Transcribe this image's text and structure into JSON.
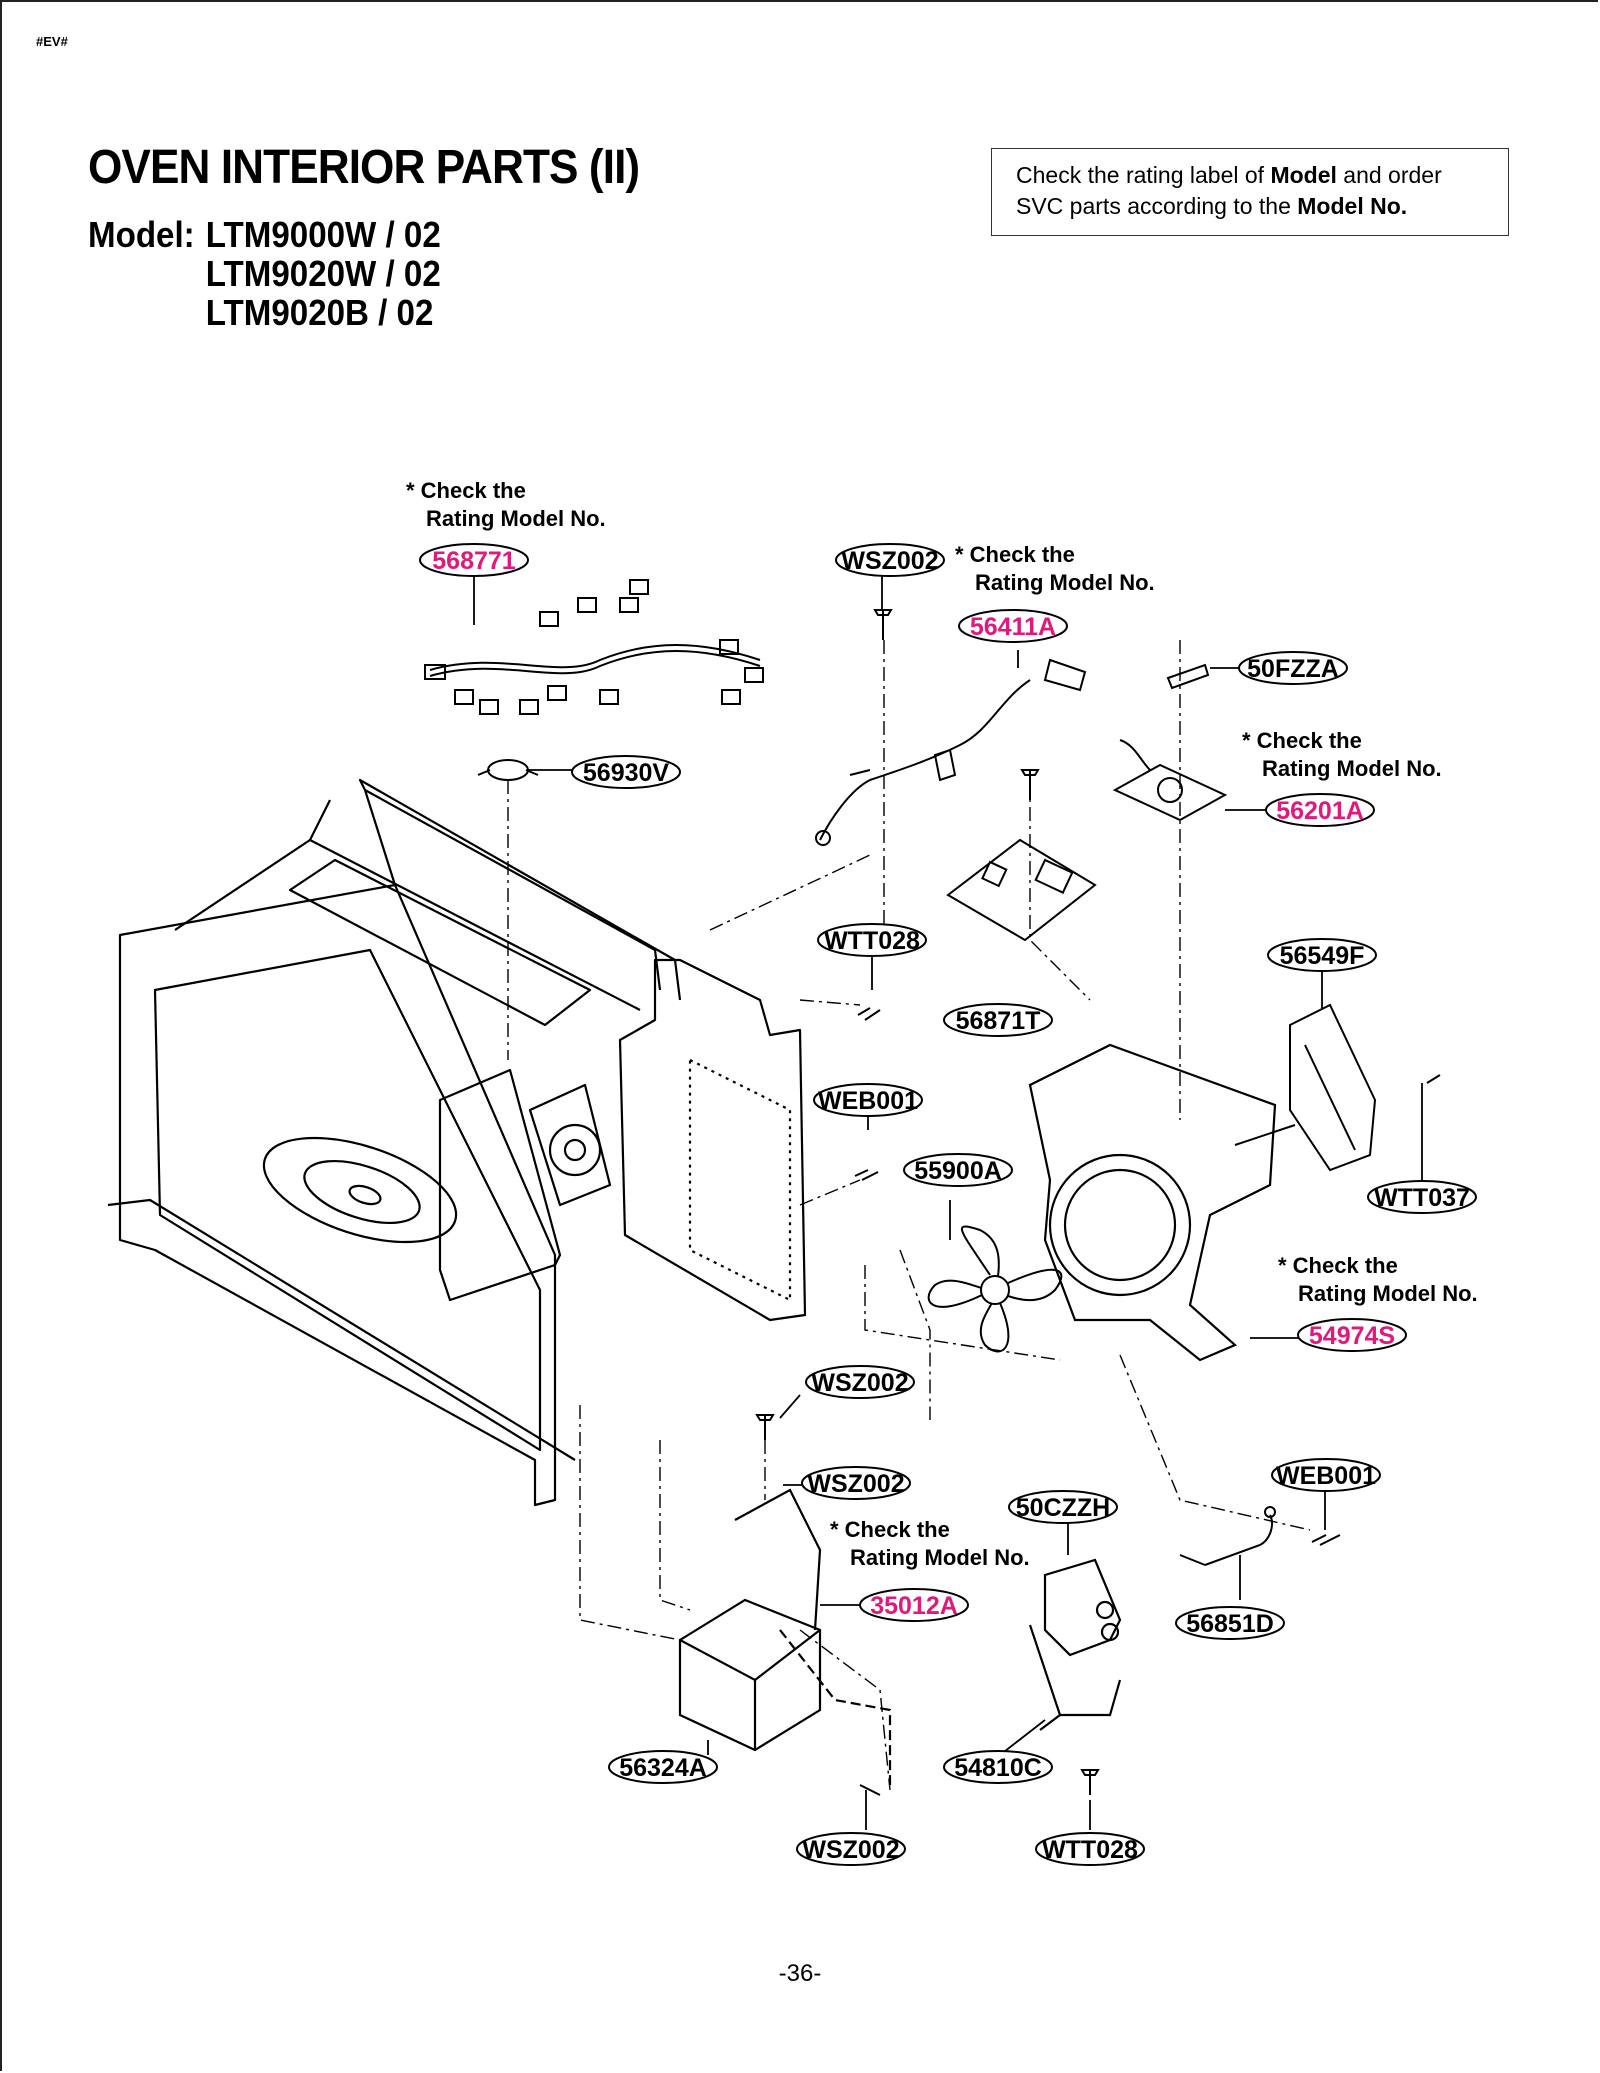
{
  "header": {
    "doc_code": "#EV#",
    "title": "OVEN INTERIOR PARTS (II)",
    "model_label": "Model:",
    "models": [
      "LTM9000W / 02",
      "LTM9020W / 02",
      "LTM9020B / 02"
    ]
  },
  "note_box": {
    "line1_a": "Check the rating label of ",
    "line1_b": "Model",
    "line1_c": " and order",
    "line2_a": "SVC parts according to the ",
    "line2_b": "Model No."
  },
  "rating_note": {
    "line1": "* Check the",
    "line2": "Rating Model No."
  },
  "colors": {
    "rating_part": "#e0197d",
    "standard_part": "#000000"
  },
  "parts": [
    {
      "code": "568771",
      "rating": true
    },
    {
      "code": "WSZ002",
      "rating": false
    },
    {
      "code": "56411A",
      "rating": true
    },
    {
      "code": "50FZZA",
      "rating": false
    },
    {
      "code": "56930V",
      "rating": false
    },
    {
      "code": "56201A",
      "rating": true
    },
    {
      "code": "WTT028",
      "rating": false
    },
    {
      "code": "56871T",
      "rating": false
    },
    {
      "code": "56549F",
      "rating": false
    },
    {
      "code": "WEB001",
      "rating": false
    },
    {
      "code": "55900A",
      "rating": false
    },
    {
      "code": "WTT037",
      "rating": false
    },
    {
      "code": "54974S",
      "rating": true
    },
    {
      "code": "WSZ002",
      "rating": false
    },
    {
      "code": "WSZ002",
      "rating": false
    },
    {
      "code": "50CZZH",
      "rating": false
    },
    {
      "code": "WEB001",
      "rating": false
    },
    {
      "code": "35012A",
      "rating": true
    },
    {
      "code": "56851D",
      "rating": false
    },
    {
      "code": "56324A",
      "rating": false
    },
    {
      "code": "54810C",
      "rating": false
    },
    {
      "code": "WSZ002",
      "rating": false
    },
    {
      "code": "WTT028",
      "rating": false
    }
  ],
  "footer": {
    "page_number": "-36-"
  }
}
